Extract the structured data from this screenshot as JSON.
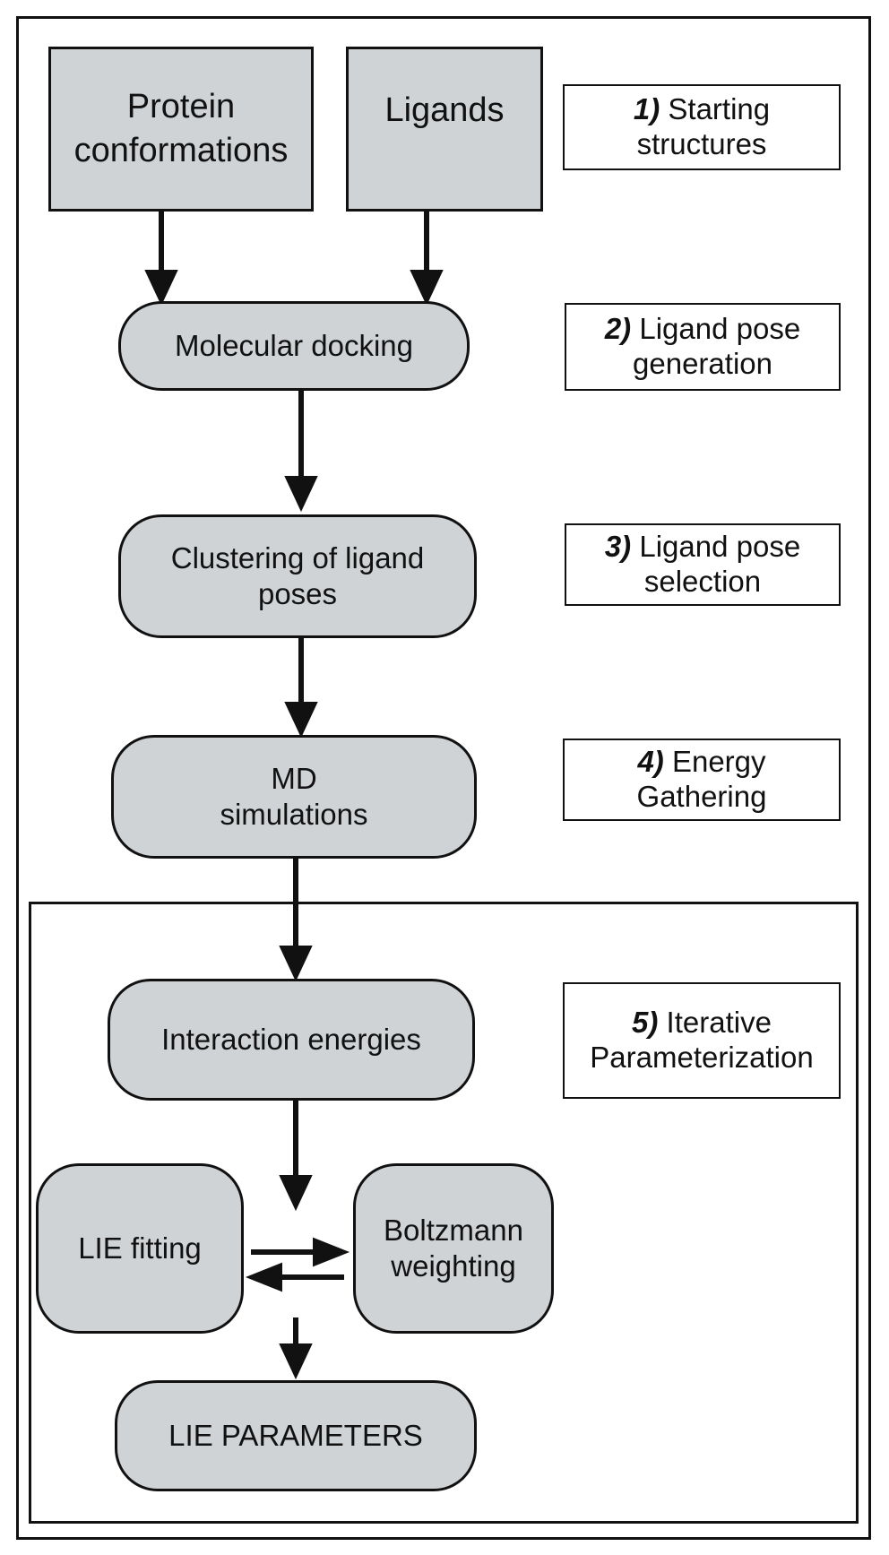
{
  "nodes": {
    "protein": "Protein\nconformations",
    "ligands": "Ligands",
    "docking": "Molecular docking",
    "clustering": "Clustering of ligand\nposes",
    "md": "MD\nsimulations",
    "interaction": "Interaction energies",
    "lie_fitting": "LIE fitting",
    "boltzmann": "Boltzmann\nweighting",
    "lie_parameters": "LIE PARAMETERS"
  },
  "steps": [
    {
      "num": "1)",
      "text": "Starting\nstructures"
    },
    {
      "num": "2)",
      "text": "Ligand pose\ngeneration"
    },
    {
      "num": "3)",
      "text": "Ligand pose\nselection"
    },
    {
      "num": "4)",
      "text": "Energy\nGathering"
    },
    {
      "num": "5)",
      "text": "Iterative\nParameterization"
    }
  ]
}
